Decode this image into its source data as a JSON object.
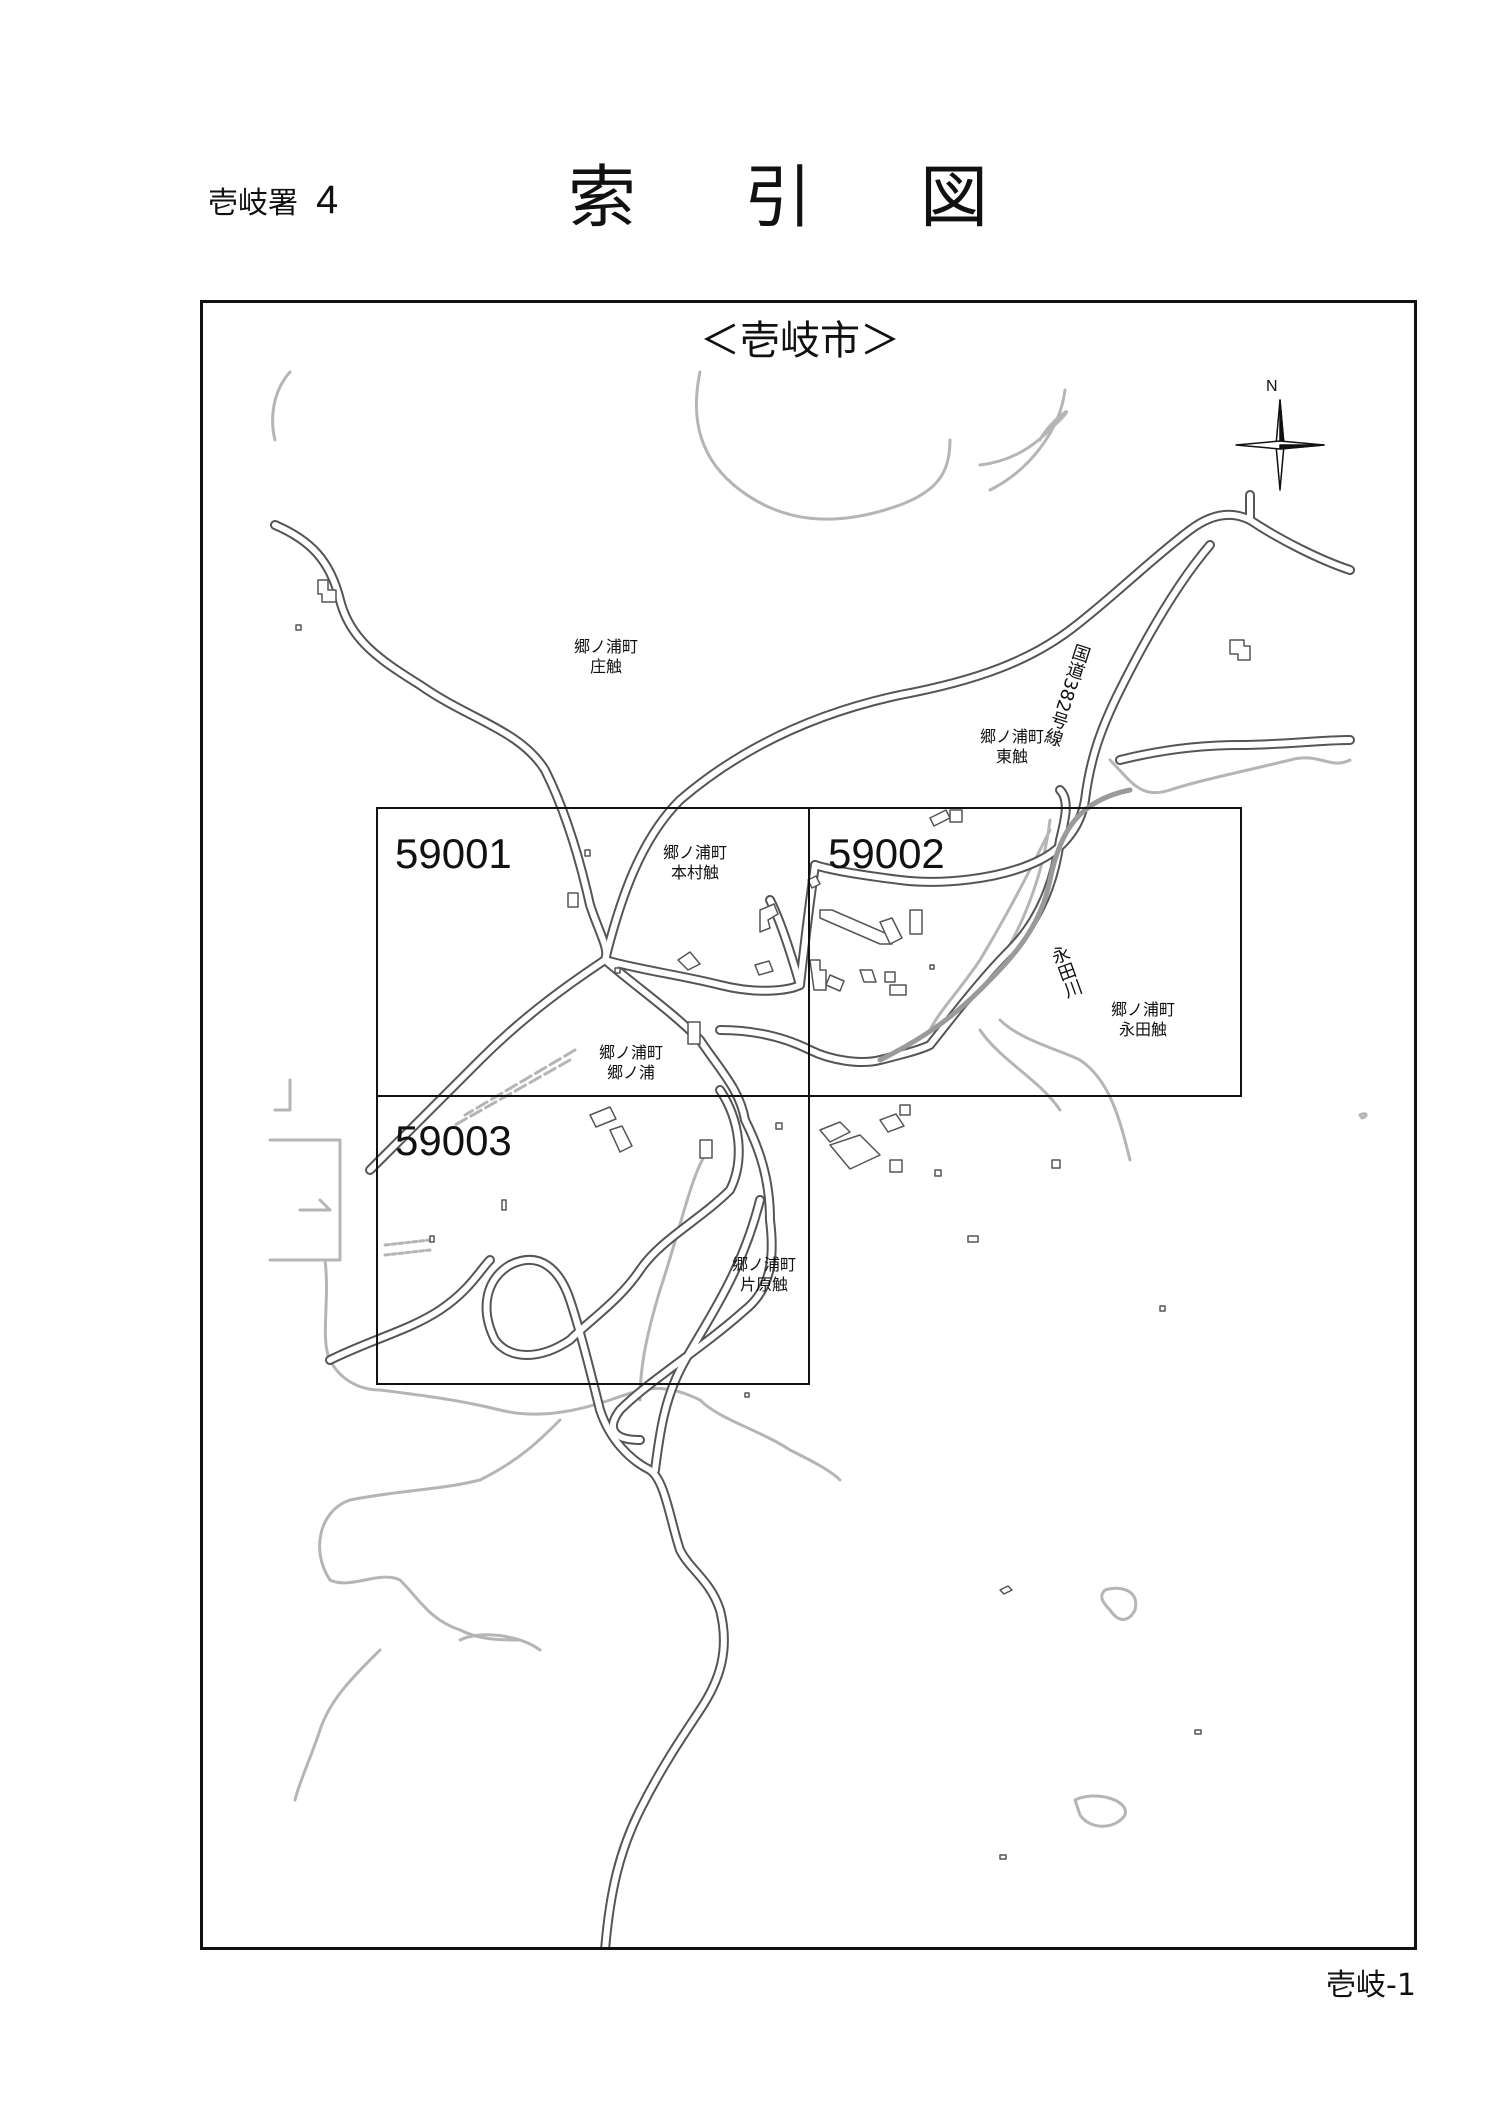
{
  "header": {
    "station": "壱岐署",
    "station_number": "4",
    "title": "索引図"
  },
  "map": {
    "city": "＜壱岐市＞",
    "north": "N",
    "sheets": [
      {
        "id": "59001"
      },
      {
        "id": "59002"
      },
      {
        "id": "59003"
      }
    ],
    "areas": [
      {
        "line1": "郷ノ浦町",
        "line2": "庄触"
      },
      {
        "line1": "郷ノ浦町",
        "line2": "東触"
      },
      {
        "line1": "郷ノ浦町",
        "line2": "本村触"
      },
      {
        "line1": "郷ノ浦町",
        "line2": "郷ノ浦"
      },
      {
        "line1": "郷ノ浦町",
        "line2": "永田触"
      },
      {
        "line1": "郷ノ浦町",
        "line2": "片原触"
      }
    ],
    "road_label": "国道382号線",
    "river_label": "永田川"
  },
  "footer": {
    "page": "壱岐-1"
  }
}
